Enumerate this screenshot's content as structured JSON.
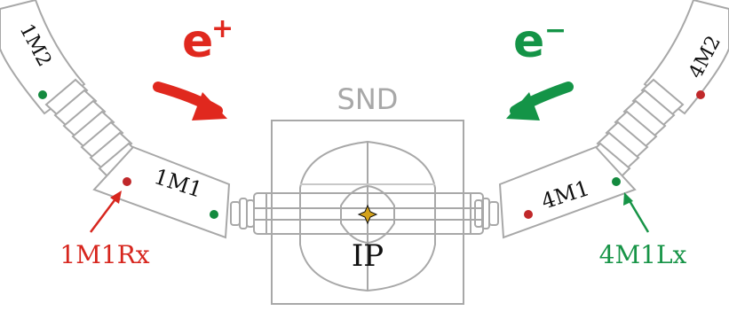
{
  "diagram": {
    "detector_label": "SND",
    "interaction_point_label": "IP",
    "beams": [
      {
        "label_base": "e",
        "label_sign": "+",
        "color": "#e0281e"
      },
      {
        "label_base": "e",
        "label_sign": "−",
        "color": "#149447"
      }
    ],
    "magnets": {
      "left_far": "1M2",
      "left_near": "1M1",
      "right_near": "4M1",
      "right_far": "4M2"
    },
    "sensors": {
      "left": {
        "label": "1M1Rx",
        "color": "#d7261e"
      },
      "right": {
        "label": "4M1Lx",
        "color": "#179447"
      }
    },
    "colors": {
      "outline": "#a8a8a8",
      "outline_light": "#c8c8c8",
      "text_dark": "#111111",
      "marker_red": "#c0282a",
      "marker_green": "#138a3e",
      "ip_star": "#d4a21a"
    }
  }
}
